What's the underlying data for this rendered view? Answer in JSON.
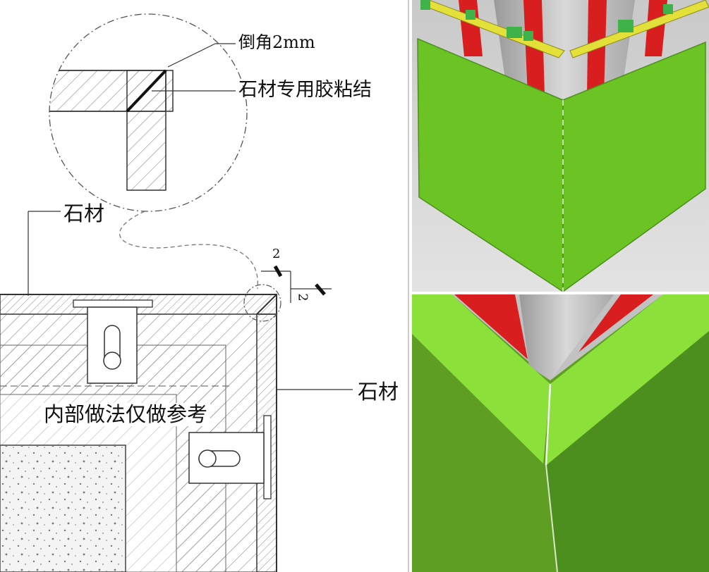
{
  "labels": {
    "chamfer": "倒角2mm",
    "stone_glue": "石材专用胶粘结",
    "stone_top": "石材",
    "stone_right": "石材",
    "note": "内部做法仅做参考",
    "section_mark_a": "2",
    "section_mark_b": "2"
  },
  "colors": {
    "line": "#333333",
    "hatch": "#8a8a8a",
    "panel_green": "#6cc424",
    "panel_green_light": "#8be03a",
    "panel_green_dark": "#4d8f1e",
    "stone_red": "#d81e1e",
    "bracket_yellow": "#e3e03a",
    "concrete_gray": "#b8b8b8",
    "background_gray": "#d6d6d6"
  },
  "icons": {
    "detail_bubble": "circle-callout-icon",
    "section_cut": "section-cut-symbol-icon"
  }
}
